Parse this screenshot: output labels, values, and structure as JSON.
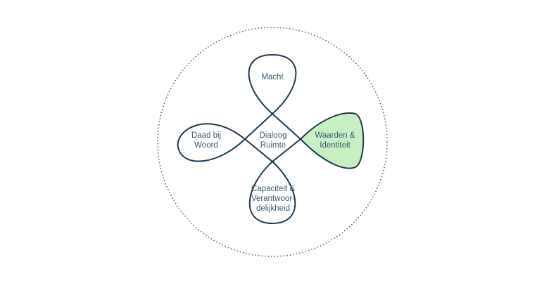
{
  "diagram": {
    "colors": {
      "stroke": "#1f3a52",
      "highlight": "#c8efc3",
      "text": "#3f5b6c",
      "ring": "#4a6a7a"
    },
    "center": {
      "line1": "Dialoog",
      "line2": "Ruimte"
    },
    "lobes": {
      "top": {
        "line1": "Macht"
      },
      "left": {
        "line1": "Daad bij",
        "line2": "Woord"
      },
      "right": {
        "line1": "Waarden &",
        "line2": "Identiteit",
        "highlighted": true
      },
      "bottom": {
        "line1": "Capaciteit &",
        "line2": "Verantwoor-",
        "line3": "delijkheid"
      }
    }
  }
}
